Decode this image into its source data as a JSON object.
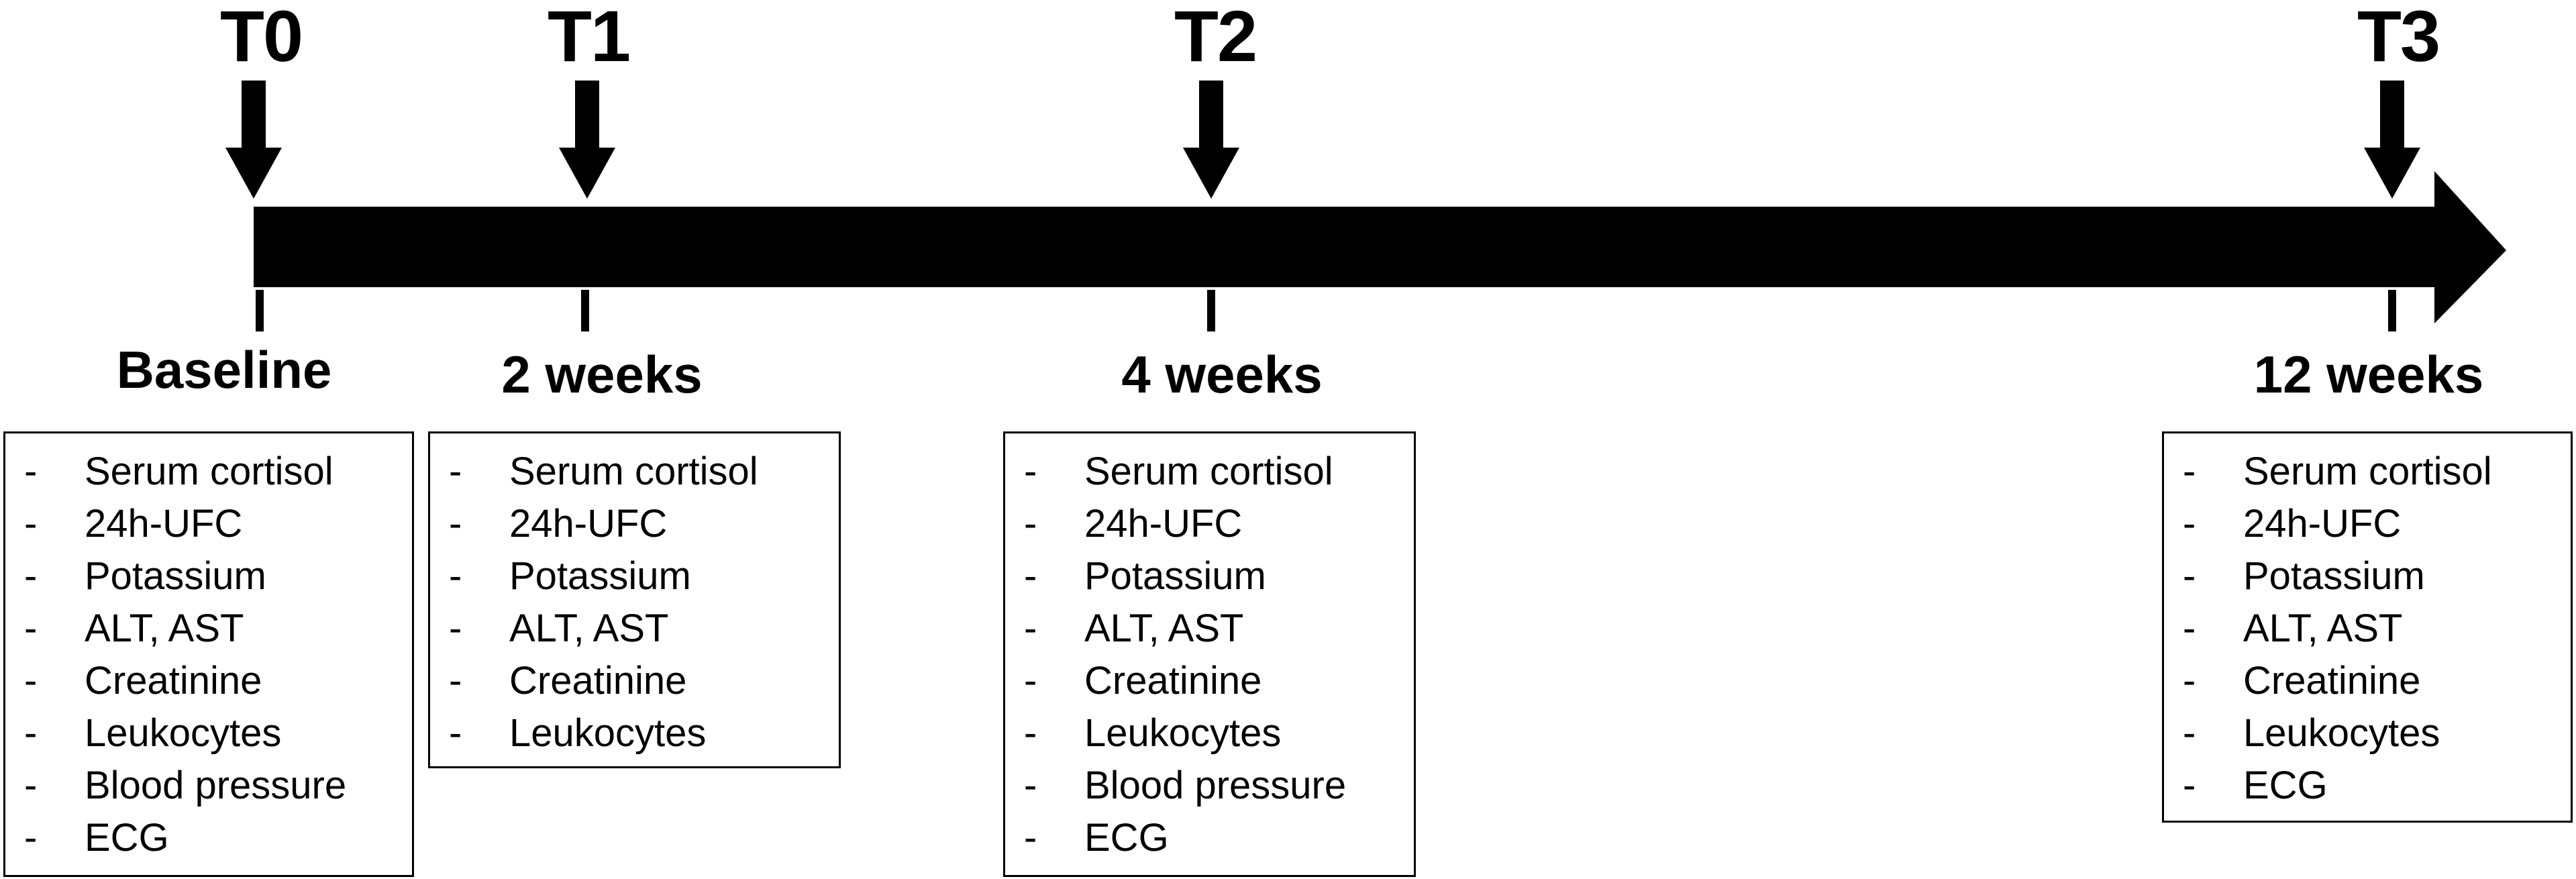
{
  "timepoints": [
    {
      "id": "T0",
      "label": "T0",
      "time": "Baseline",
      "parameters": [
        "Serum cortisol",
        "24h-UFC",
        "Potassium",
        "ALT, AST",
        "Creatinine",
        "Leukocytes",
        "Blood pressure",
        "ECG"
      ]
    },
    {
      "id": "T1",
      "label": "T1",
      "time": "2 weeks",
      "parameters": [
        "Serum cortisol",
        "24h-UFC",
        "Potassium",
        "ALT, AST",
        "Creatinine",
        "Leukocytes"
      ]
    },
    {
      "id": "T2",
      "label": "T2",
      "time": "4 weeks",
      "parameters": [
        "Serum cortisol",
        "24h-UFC",
        "Potassium",
        "ALT, AST",
        "Creatinine",
        "Leukocytes",
        "Blood pressure",
        "ECG"
      ]
    },
    {
      "id": "T3",
      "label": "T3",
      "time": "12 weeks",
      "parameters": [
        "Serum cortisol",
        "24h-UFC",
        "Potassium",
        "ALT, AST",
        "Creatinine",
        "Leukocytes",
        "ECG"
      ]
    }
  ],
  "list_marker": "-",
  "colors": {
    "ink": "#000000",
    "background": "#ffffff"
  }
}
